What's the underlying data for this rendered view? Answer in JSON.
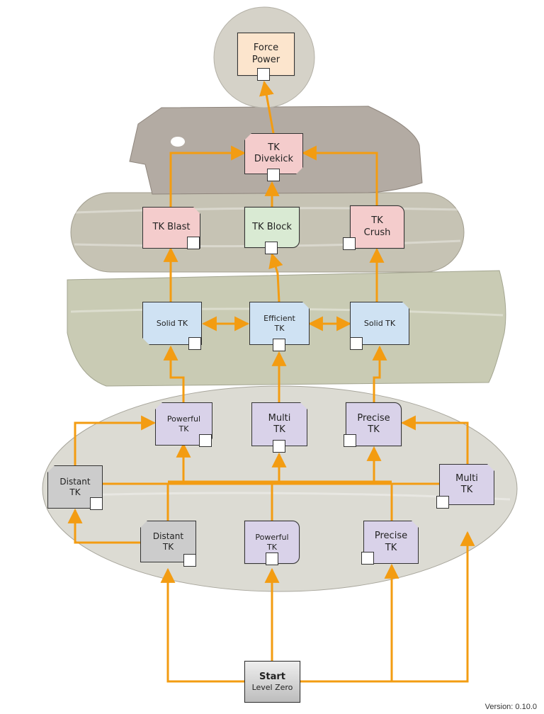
{
  "nodes": {
    "force_power": "Force\nPower",
    "tk_divekick": "TK\nDivekick",
    "tk_blast": "TK Blast",
    "tk_block": "TK Block",
    "tk_crush": "TK\nCrush",
    "solid_tk_left": "Solid TK",
    "efficient_tk": "Efficient\nTK",
    "solid_tk_right": "Solid TK",
    "powerful_tk_upper": "Powerful\nTK",
    "multi_tk_upper": "Multi\nTK",
    "precise_tk_upper": "Precise\nTK",
    "distant_tk_left": "Distant\nTK",
    "multi_tk_right": "Multi\nTK",
    "distant_tk_lower": "Distant\nTK",
    "powerful_tk_lower": "Powerful\nTK",
    "precise_tk_lower": "Precise\nTK",
    "start_line1": "Start",
    "start_line2": "Level Zero"
  },
  "version": "Version: 0.10.0",
  "colors": {
    "connector": "#f39c12",
    "stone_top": "#d5d2c8",
    "stone_2": "#b3aba3",
    "stone_3": "#c6c3b4",
    "stone_4": "#c9cbb4",
    "stone_5": "#dcdbd3"
  }
}
